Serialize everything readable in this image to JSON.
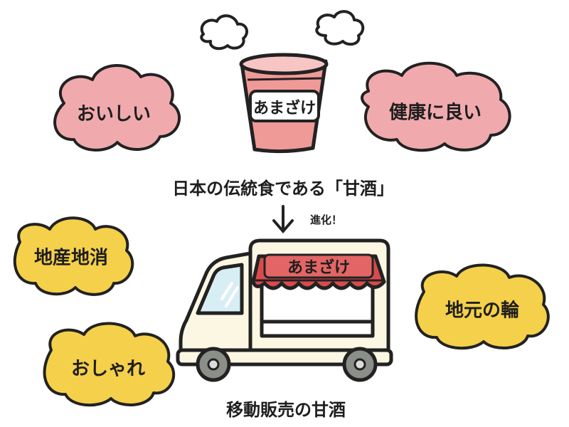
{
  "cup": {
    "brand": "あまざけ"
  },
  "caption_top": "日本の伝統食である「甘酒」",
  "arrow_label": "進化！",
  "caption_bottom": "移動販売の甘酒",
  "truck": {
    "brand": "あまざけ"
  },
  "clouds": {
    "pink_left": "おいしい",
    "pink_right": "健康に良い",
    "yellow_top_left": "地産地消",
    "yellow_bottom_left": "おしゃれ",
    "yellow_right": "地元の輪"
  },
  "colors": {
    "pink_cloud": "#f0aaae",
    "yellow_cloud": "#f5d04a",
    "outline": "#222222",
    "awning_red": "#d94b4b",
    "truck_body": "#fbf7e2"
  }
}
